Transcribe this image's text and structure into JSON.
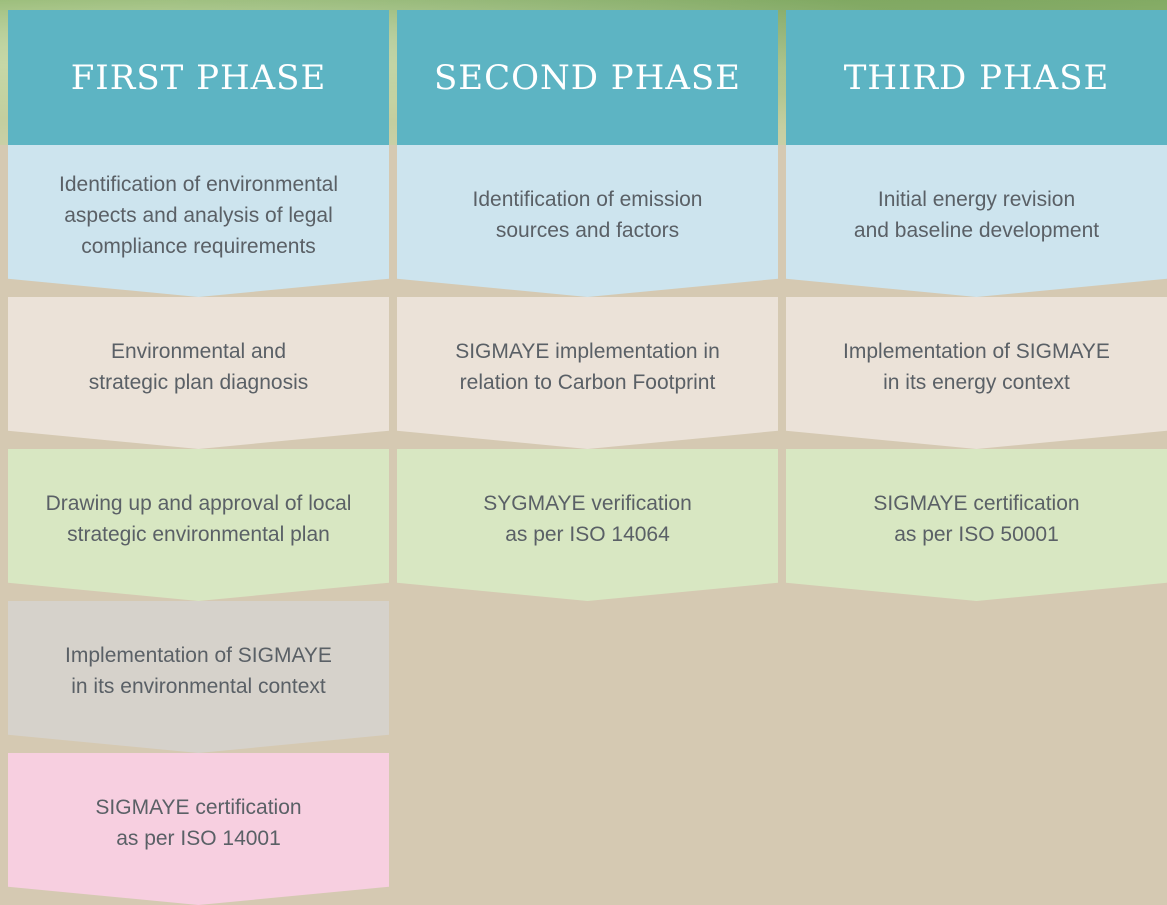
{
  "phases": [
    {
      "title": "FIRST PHASE",
      "steps": [
        {
          "label": "Identification of environmental\naspects and analysis of legal\ncompliance requirements",
          "color": "#cde4ee"
        },
        {
          "label": "Environmental and\nstrategic plan diagnosis",
          "color": "#ebe2d8"
        },
        {
          "label": "Drawing up and approval of local\nstrategic environmental plan",
          "color": "#d8e7c2"
        },
        {
          "label": "Implementation of SIGMAYE\nin its environmental context",
          "color": "#d6d2cb"
        },
        {
          "label": "SIGMAYE certification\nas per ISO 14001",
          "color": "#f7cfe0"
        }
      ]
    },
    {
      "title": "SECOND PHASE",
      "steps": [
        {
          "label": "Identification of emission\nsources and factors",
          "color": "#cde4ee"
        },
        {
          "label": "SIGMAYE implementation in\nrelation to Carbon Footprint",
          "color": "#ebe2d8"
        },
        {
          "label": "SYGMAYE verification\nas per ISO 14064",
          "color": "#d8e7c2"
        }
      ]
    },
    {
      "title": "THIRD PHASE",
      "steps": [
        {
          "label": "Initial energy revision\nand baseline development",
          "color": "#cde4ee"
        },
        {
          "label": "Implementation of SIGMAYE\nin its energy context",
          "color": "#ebe2d8"
        },
        {
          "label": "SIGMAYE certification\nas per ISO 50001",
          "color": "#d8e7c2"
        }
      ]
    }
  ],
  "colors": {
    "header": "#5db4c3",
    "background": "#d5c9b2",
    "text": "#5a6066"
  }
}
